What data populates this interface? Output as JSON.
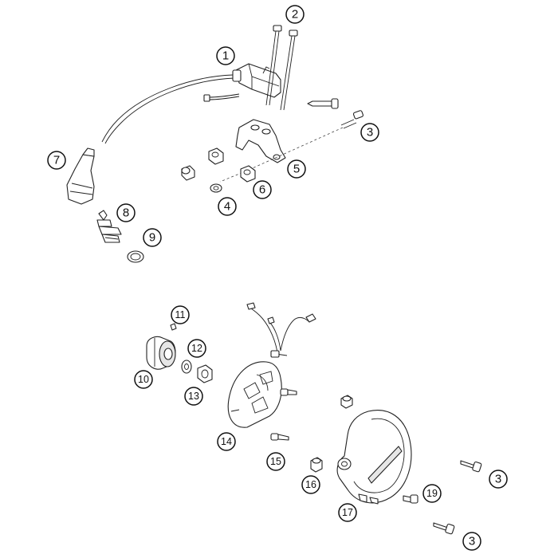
{
  "callouts": [
    {
      "id": "c1",
      "label": "1"
    },
    {
      "id": "c2",
      "label": "2"
    },
    {
      "id": "c3a",
      "label": "3"
    },
    {
      "id": "c3b",
      "label": "3"
    },
    {
      "id": "c3c",
      "label": "3"
    },
    {
      "id": "c4",
      "label": "4"
    },
    {
      "id": "c5",
      "label": "5"
    },
    {
      "id": "c6",
      "label": "6"
    },
    {
      "id": "c7",
      "label": "7"
    },
    {
      "id": "c8",
      "label": "8"
    },
    {
      "id": "c9",
      "label": "9"
    },
    {
      "id": "c10",
      "label": "10"
    },
    {
      "id": "c11",
      "label": "11"
    },
    {
      "id": "c12",
      "label": "12"
    },
    {
      "id": "c13",
      "label": "13"
    },
    {
      "id": "c14",
      "label": "14"
    },
    {
      "id": "c15",
      "label": "15"
    },
    {
      "id": "c16",
      "label": "16"
    },
    {
      "id": "c17",
      "label": "17"
    },
    {
      "id": "c19",
      "label": "19"
    }
  ]
}
